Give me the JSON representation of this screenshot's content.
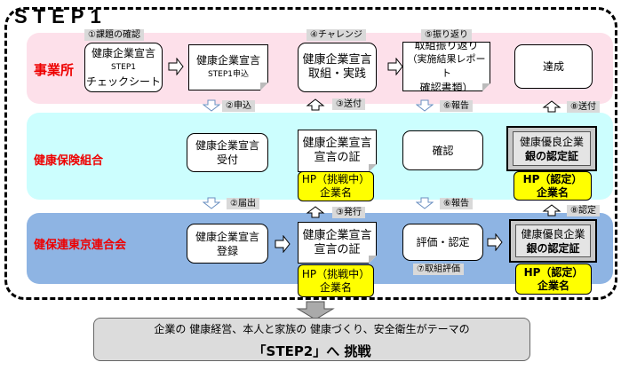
{
  "title": "STEP1",
  "rows": {
    "r1": "事業所",
    "r2": "健康保険組合",
    "r3": "健保連東京連合会"
  },
  "row1": {
    "tag1": "①課題の確認",
    "b1": [
      "健康企業宣言",
      "STEP1",
      "チェックシート"
    ],
    "b2": [
      "健康企業宣言",
      "STEP1申込"
    ],
    "tag4": "④チャレンジ",
    "b3": [
      "健康企業宣言",
      "取組・実践"
    ],
    "tag5": "⑤振り返り",
    "b4": [
      "取組振り返り",
      "（実施結果レポート",
      "確認書類）"
    ],
    "b5": "達成"
  },
  "conn12": {
    "a": "②申込",
    "b": "③送付",
    "c": "⑥報告",
    "d": "⑧送付"
  },
  "row2": {
    "b1": [
      "健康企業宣言",
      "受付"
    ],
    "b2": [
      "健康企業宣言",
      "宣言の証"
    ],
    "y1": [
      "HP（挑戦中）",
      "企業名"
    ],
    "b3": "確認",
    "s1": [
      "健康優良企業",
      "銀の認定証"
    ],
    "y2": [
      "HP（認定）",
      "企業名"
    ]
  },
  "conn23": {
    "a": "②届出",
    "b": "③発行",
    "c": "⑥報告",
    "d": "⑧認定"
  },
  "row3": {
    "b1": [
      "健康企業宣言",
      "登録"
    ],
    "b2": [
      "健康企業宣言",
      "宣言の証"
    ],
    "y1": [
      "HP（挑戦中）",
      "企業名"
    ],
    "b3": "評価・認定",
    "tag7": "⑦取組評価",
    "s1": [
      "健康優良企業",
      "銀の認定証"
    ],
    "y2": [
      "HP（認定）",
      "企業名"
    ]
  },
  "bottom": {
    "line1": "企業の 健康経営、本人と家族の 健康づくり、安全衛生がテーマの",
    "line2": "「STEP2」へ 挑戦"
  },
  "colors": {
    "pink": "#fde0ea",
    "cyan": "#ccfefe",
    "blue": "#8eb4e3",
    "label": "#e00000",
    "yellow": "#ffff00"
  }
}
